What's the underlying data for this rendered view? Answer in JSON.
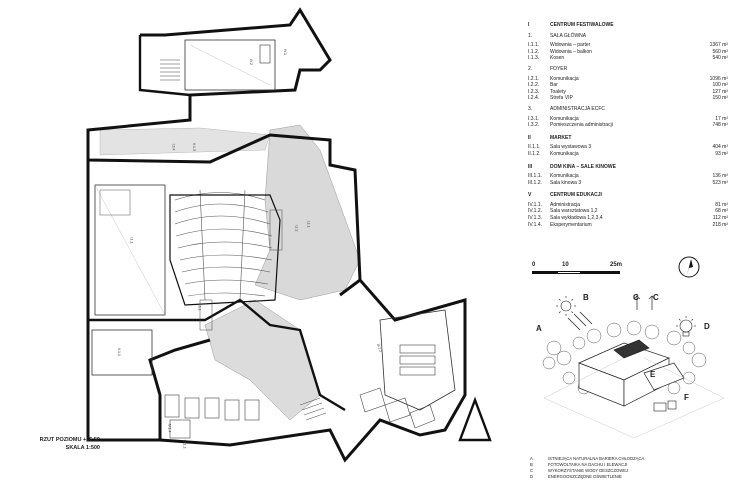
{
  "legend": {
    "sections": [
      {
        "num": "I",
        "title": "CENTRUM FESTIWALOWE",
        "groups": [
          {
            "num": "1.",
            "title": "SALA GŁÓWNA",
            "items": [
              {
                "num": "I.1.1.",
                "label": "Widownia – parter",
                "area": "1367 m²"
              },
              {
                "num": "I.1.2.",
                "label": "Widownia – balkon",
                "area": "560 m²"
              },
              {
                "num": "I.1.3.",
                "label": "Kosen",
                "area": "540 m²"
              }
            ]
          },
          {
            "num": "2.",
            "title": "FOYER",
            "items": [
              {
                "num": "I.2.1.",
                "label": "Komunikacja",
                "area": "1096 m²"
              },
              {
                "num": "I.2.2.",
                "label": "Bar",
                "area": "100 m²"
              },
              {
                "num": "I.2.3.",
                "label": "Toalety",
                "area": "127 m²"
              },
              {
                "num": "I.2.4.",
                "label": "Strefa VIP",
                "area": "150 m²"
              }
            ]
          },
          {
            "num": "3.",
            "title": "ADMINISTRACJA ECFC",
            "items": [
              {
                "num": "I.3.1.",
                "label": "Komunikacja",
                "area": "17 m²"
              },
              {
                "num": "I.3.2.",
                "label": "Pomieszczenia administracji",
                "area": "748 m²"
              }
            ]
          }
        ]
      },
      {
        "num": "II",
        "title": "MARKET",
        "groups": [
          {
            "num": "",
            "title": "",
            "items": [
              {
                "num": "II.1.1.",
                "label": "Sala wystawowa 3",
                "area": "404 m²"
              },
              {
                "num": "II.1.2.",
                "label": "Komunikacja",
                "area": "93 m²"
              }
            ]
          }
        ]
      },
      {
        "num": "III",
        "title": "DOM KINA – SALE KINOWE",
        "groups": [
          {
            "num": "",
            "title": "",
            "items": [
              {
                "num": "III.1.1.",
                "label": "Komunikacja",
                "area": "136 m²"
              },
              {
                "num": "III.1.2.",
                "label": "Sala kinowa 3",
                "area": "523 m²"
              }
            ]
          }
        ]
      },
      {
        "num": "V",
        "title": "CENTRUM EDUKACJI",
        "groups": [
          {
            "num": "",
            "title": "",
            "items": [
              {
                "num": "IV.1.1.",
                "label": "Administracja",
                "area": "81 m²"
              },
              {
                "num": "IV.1.2.",
                "label": "Sala warsztatowa 1,2",
                "area": "68 m²"
              },
              {
                "num": "IV.1.3.",
                "label": "Sala wykładowa 1,2,3,4",
                "area": "112 m²"
              },
              {
                "num": "IV.1.4.",
                "label": "Eksperymentarium",
                "area": "218 m²"
              }
            ]
          }
        ]
      }
    ]
  },
  "scale_bar": {
    "labels": [
      "0",
      "10",
      "25m"
    ]
  },
  "drawing_title": {
    "line1": "RZUT POZIOMU  +15.50",
    "line2": "SKALA 1:500"
  },
  "iso_labels": [
    "A",
    "B",
    "C",
    "C",
    "D",
    "E",
    "F"
  ],
  "footer": [
    {
      "key": "A",
      "text": "ISTNIEJĄCA NATURALNA BARIERA CHŁODZĄCA"
    },
    {
      "key": "B",
      "text": "FOTOWOLTAIKA NA DACHU I ELEWACJI"
    },
    {
      "key": "C",
      "text": "WYKORZYSTANIE WODY DESZCZOWEJ"
    },
    {
      "key": "D",
      "text": "ENERGOOSZCZĘDNE OŚWIETLENIE"
    }
  ],
  "room_tags": [
    "IV.2",
    "IV.1",
    "I.3.4",
    "II.1.3",
    "I.1.1",
    "I.2.1",
    "I.2.2",
    "II.1.1",
    "III.1.2",
    "I.3.1",
    "IV.1.4",
    "IV.1.2"
  ]
}
